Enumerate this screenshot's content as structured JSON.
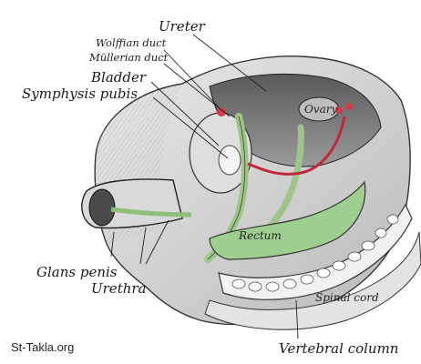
{
  "labels": {
    "ureter": "Ureter",
    "wolffian_duct": "Wolffian duct",
    "mullerian_duct": "Müllerian duct",
    "bladder": "Bladder",
    "symphysis_pubis": "Symphysis pubis",
    "ovary": "Ovary",
    "rectum": "Rectum",
    "glans_penis": "Glans penis",
    "urethra": "Urethra",
    "spinal_cord": "Spinal cord",
    "vertebral_column": "Vertebral column"
  },
  "watermark": "St-Takla.org",
  "colors": {
    "paper": "#ffffff",
    "ink": "#1a1a1a",
    "tissue_gray": "#cfcfcf",
    "duct_green": "#9ec48a",
    "ureter_red": "#c0283a",
    "spot_red": "#d63a4a"
  }
}
